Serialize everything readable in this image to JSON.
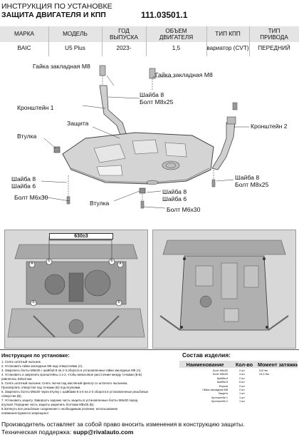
{
  "header": {
    "title_line1": "ИНСТРУКЦИЯ ПО УСТАНОВКЕ",
    "title_line2": "ЗАЩИТА ДВИГАТЕЛЯ И КПП",
    "part_number": "111.03501.1"
  },
  "spec_table": {
    "headers": [
      "МАРКА",
      "МОДЕЛЬ",
      "ГОД ВЫПУСКА",
      "ОБЪЕМ ДВИГАТЕЛЯ",
      "ТИП КПП",
      "ТИП ПРИВОДА"
    ],
    "headers_line1": [
      "МАРКА",
      "МОДЕЛЬ",
      "ГОД",
      "ОБЪЕМ",
      "ТИП КПП",
      "ТИП"
    ],
    "headers_line2": [
      "",
      "",
      "ВЫПУСКА",
      "ДВИГАТЕЛЯ",
      "",
      "ПРИВОДА"
    ],
    "values": [
      "BAIC",
      "U5 Plus",
      "2023-",
      "1,5",
      "вариатор (CVT)",
      "ПЕРЕДНИЙ"
    ]
  },
  "callouts": {
    "nut_left": "Гайка закладная М8",
    "nut_right": "Гайка закладная М8",
    "washer_top": "Шайба 8",
    "bolt_top": "Болт М8х25",
    "bracket1": "Кронштейн 1",
    "guard": "Защита",
    "bracket2": "Кронштейн 2",
    "bushing_left": "Втулка",
    "washer_left": "Шайба 8",
    "washer_left2": "Шайба 6",
    "bolt_left": "Болт М6х30",
    "washer_right": "Шайба 8",
    "bolt_right": "Болт М8х25",
    "washer_mid": "Шайба 8",
    "washer_mid2": "Шайба 6",
    "bushing_mid": "Втулка",
    "bolt_mid": "Болт М6х30",
    "dimension": "630±3",
    "marker_a": "А",
    "marker_b": "Б",
    "marker_v": "В"
  },
  "instructions": {
    "title": "Инструкция по установке:",
    "steps": [
      "1. Снять штатный пыльник.",
      "2. Установить гайки закладные М8 над отверстиями (А).",
      "3. Закрепить болты М8х25 с шайбой 8 на 2-3 оборота в установленные гайки закладные М8 (А).",
      "4. Установить и закрепить кронштейны 1 и 2, чтобы межосевое расстояние между точками (Б-Б)",
      "равнялось 630±3 мм.",
      "5. Снять штатный пыльник. Снять лючок под масляный фильтр со штатного пыльника.",
      "Просверлить отверстия под точками (Б) под втулками.",
      "6. Закрепить болты М6х30 через втулку с шайбами 8 и 6 на 2-3 оборота в установленные резьбовые",
      "отверстия (В).",
      "7. Установить защиту. Завернуть заднюю часть защиты в установленные болты М6х30 перед",
      "втулкой. Передние часть защиты закрепить болтами М8х25 (Б).",
      "8.Затянуть все резьбовые соединения с необходимым усилием, использование",
      "пневмоинструмента запрещено!"
    ]
  },
  "kit": {
    "title": "Состав изделия:",
    "col_name": "Наименование",
    "col_qty": "Кол-во",
    "col_torque": "Момент затяжки",
    "rows": [
      {
        "name": "Болт М6х30",
        "qty": "2 шт",
        "torque": "9,8 Нм"
      },
      {
        "name": "Болт М8х25",
        "qty": "4 шт",
        "torque": "24,0 Нм"
      },
      {
        "name": "Шайба 6",
        "qty": "2 шт",
        "torque": ""
      },
      {
        "name": "Шайба 8",
        "qty": "6 шт",
        "torque": ""
      },
      {
        "name": "Втулка",
        "qty": "2 шт",
        "torque": ""
      },
      {
        "name": "Гайка закладная М8",
        "qty": "2 шт",
        "torque": ""
      },
      {
        "name": "Защита",
        "qty": "1 шт",
        "torque": ""
      },
      {
        "name": "Кронштейн 1",
        "qty": "1 шт",
        "torque": ""
      },
      {
        "name": "Кронштейн 2",
        "qty": "1 шт",
        "torque": ""
      }
    ]
  },
  "footer": {
    "rights": "Производитель оставляет за собой право вносить изменения в конструкцию защиты.",
    "support_label": "Техническая поддержка: ",
    "support_email": "supp@rivalauto.com"
  }
}
